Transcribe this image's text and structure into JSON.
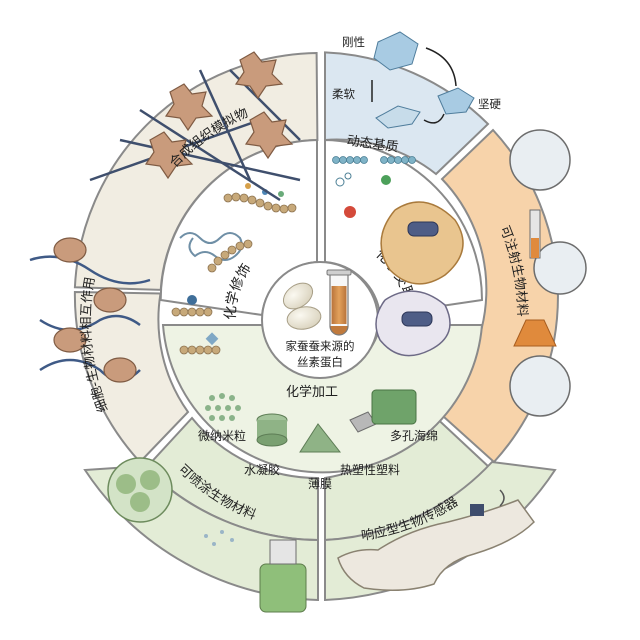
{
  "center": {
    "line1": "家蚕蚕来源的",
    "line2": "丝素蛋白"
  },
  "inner": {
    "chem_mod": "化学修饰",
    "chem_crosslink": "化学交联",
    "chem_process": "化学加工"
  },
  "products": {
    "micro_nano": "微纳米粒",
    "hydrogel": "水凝胶",
    "film": "薄膜",
    "porous_sponge": "多孔海绵",
    "thermoplastic": "热塑性塑料"
  },
  "outer": {
    "synthetic_tissue": "合成组织模拟物",
    "dynamic_matrix": "动态基质",
    "injectable": "可注射生物材料",
    "biosensor": "响应型生物传感器",
    "sprayable": "可喷涂生物材料",
    "cell_interaction": "细胞-生物材料相互作用"
  },
  "dynamic": {
    "rigid": "刚性",
    "soft": "柔软",
    "hard": "坚硬"
  },
  "colors": {
    "beige": "#f1ede2",
    "blue": "#dbe7f1",
    "orange": "#f7d3aa",
    "green": "#e3ecd6",
    "light_green": "#eef3e4",
    "stroke": "#6d6d6d"
  }
}
